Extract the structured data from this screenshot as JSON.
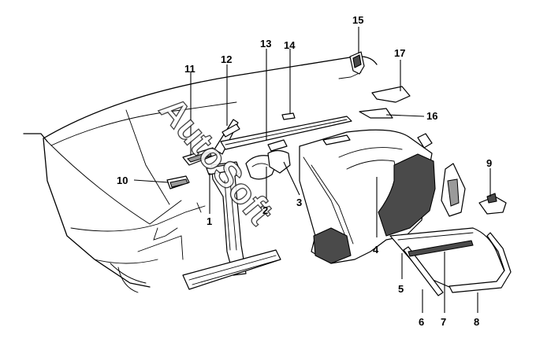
{
  "watermark": "AutoSoft",
  "callouts": [
    "1",
    "2",
    "3",
    "4",
    "5",
    "6",
    "7",
    "8",
    "9",
    "10",
    "11",
    "12",
    "13",
    "14",
    "15",
    "16",
    "17"
  ]
}
